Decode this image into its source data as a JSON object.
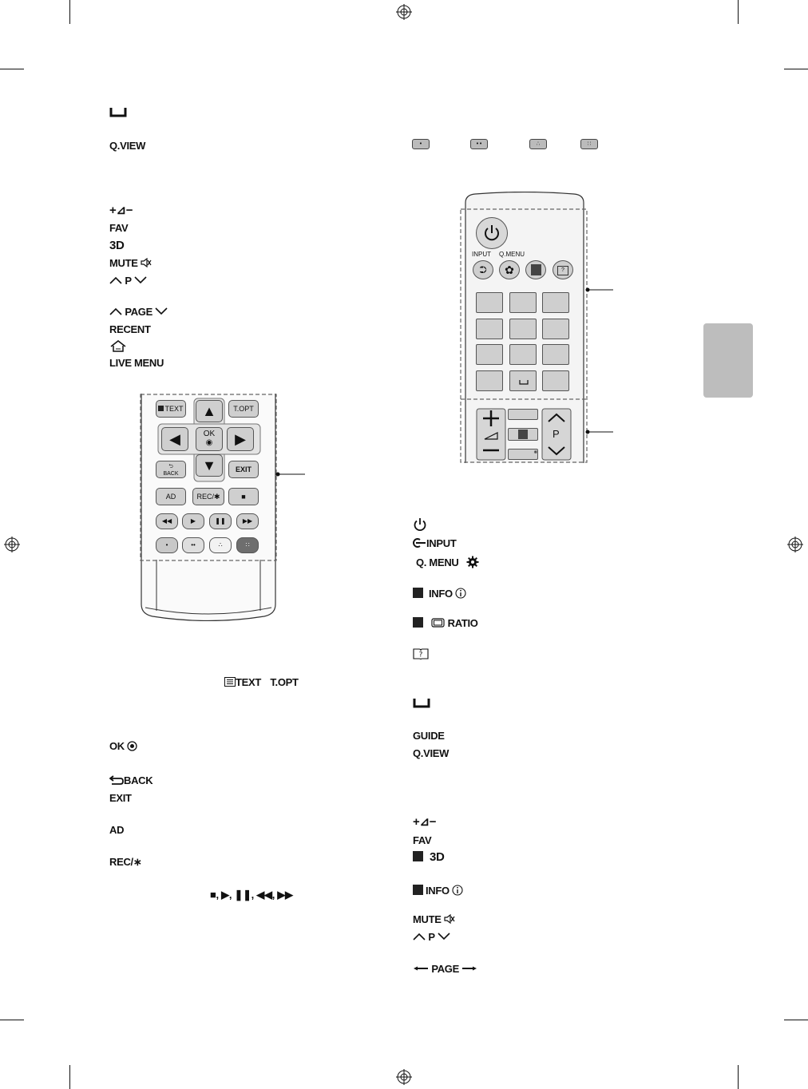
{
  "left_column": {
    "space_icon": "space-bar-icon",
    "qview": "Q.VIEW",
    "volume": "+⊿−",
    "fav": "FAV",
    "three_d": "3D",
    "mute": "MUTE",
    "p": "P",
    "page": "PAGE",
    "recent": "RECENT",
    "home_icon": "home-icon",
    "live_menu": "LIVE MENU",
    "text": "TEXT",
    "topt": "T.OPT",
    "ok": "OK",
    "back": "BACK",
    "exit": "EXIT",
    "ad": "AD",
    "rec": "REC/∗",
    "playback_symbols": "■, ▶, ❚❚, ◀◀, ▶▶"
  },
  "left_remote": {
    "text_btn": "TEXT",
    "topt_btn": "T.OPT",
    "ok_btn": "OK",
    "back_btn": "BACK",
    "exit_btn": "EXIT",
    "ad_btn": "AD",
    "rec_btn": "REC/✱",
    "stop_btn": "■",
    "rew_btn": "◀◀",
    "play_btn": "▶",
    "pause_btn": "❚❚",
    "ff_btn": "▶▶",
    "color_btns": [
      "•",
      "••",
      "∴",
      "∷"
    ]
  },
  "right_top": {
    "color_buttons": [
      "•",
      "••",
      "∴",
      "∷"
    ]
  },
  "right_remote": {
    "input": "INPUT",
    "qmenu": "Q.MENU",
    "p": "P"
  },
  "right_column": {
    "input": "INPUT",
    "qmenu": "Q. MENU",
    "info": "INFO",
    "ratio": "RATIO",
    "guide": "GUIDE",
    "qview": "Q.VIEW",
    "volume": "+⊿−",
    "fav": "FAV",
    "three_d": "3D",
    "info2": "INFO",
    "mute": "MUTE",
    "p": "P",
    "page": "PAGE"
  }
}
